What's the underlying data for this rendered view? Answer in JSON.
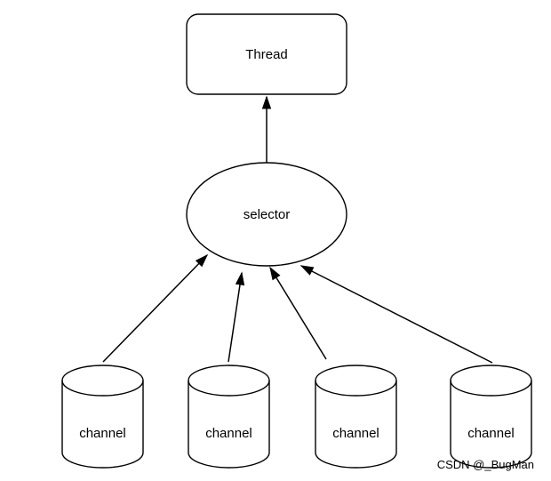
{
  "diagram": {
    "background_color": "#ffffff",
    "stroke_color": "#000000",
    "text_color": "#000000",
    "nodes": {
      "thread": {
        "label": "Thread",
        "shape": "rounded-rectangle"
      },
      "selector": {
        "label": "selector",
        "shape": "ellipse"
      },
      "channels": [
        {
          "label": "channel",
          "shape": "cylinder"
        },
        {
          "label": "channel",
          "shape": "cylinder"
        },
        {
          "label": "channel",
          "shape": "cylinder"
        },
        {
          "label": "channel",
          "shape": "cylinder"
        }
      ]
    },
    "edges": [
      {
        "from": "selector",
        "to": "thread"
      },
      {
        "from": "channel-1",
        "to": "selector"
      },
      {
        "from": "channel-2",
        "to": "selector"
      },
      {
        "from": "channel-3",
        "to": "selector"
      },
      {
        "from": "channel-4",
        "to": "selector"
      }
    ]
  },
  "watermark": {
    "text": "CSDN @_BugMan",
    "color": "#c2c2c2"
  }
}
